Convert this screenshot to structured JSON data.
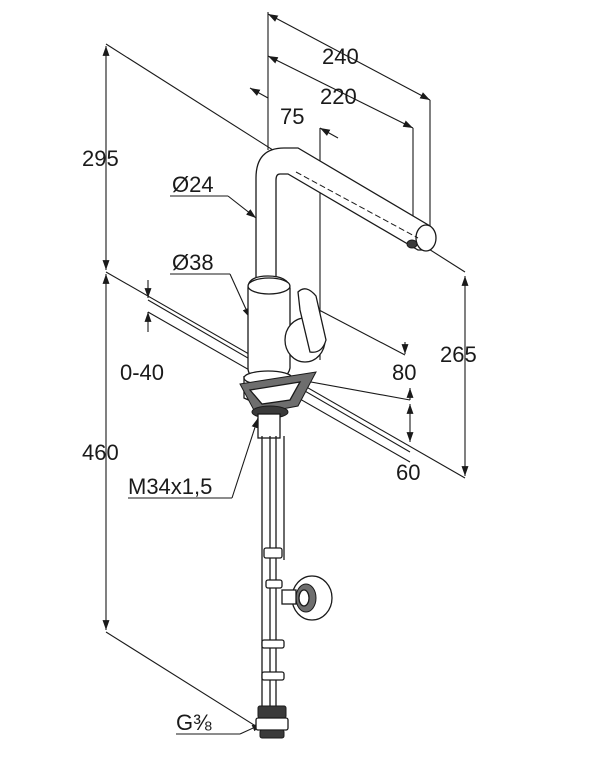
{
  "diagram": {
    "dimensions": {
      "d240": "240",
      "d220": "220",
      "d75": "75",
      "d295": "295",
      "diam24": "Ø24",
      "diam38": "Ø38",
      "d265": "265",
      "d0_40": "0-40",
      "d80": "80",
      "d460": "460",
      "d60": "60",
      "thread": "M34x1,5",
      "pipe": "G⅜"
    },
    "colors": {
      "line": "#1a1a1a",
      "shade": "#6e6e6e",
      "dark": "#3a3a3a",
      "background": "#ffffff"
    }
  }
}
